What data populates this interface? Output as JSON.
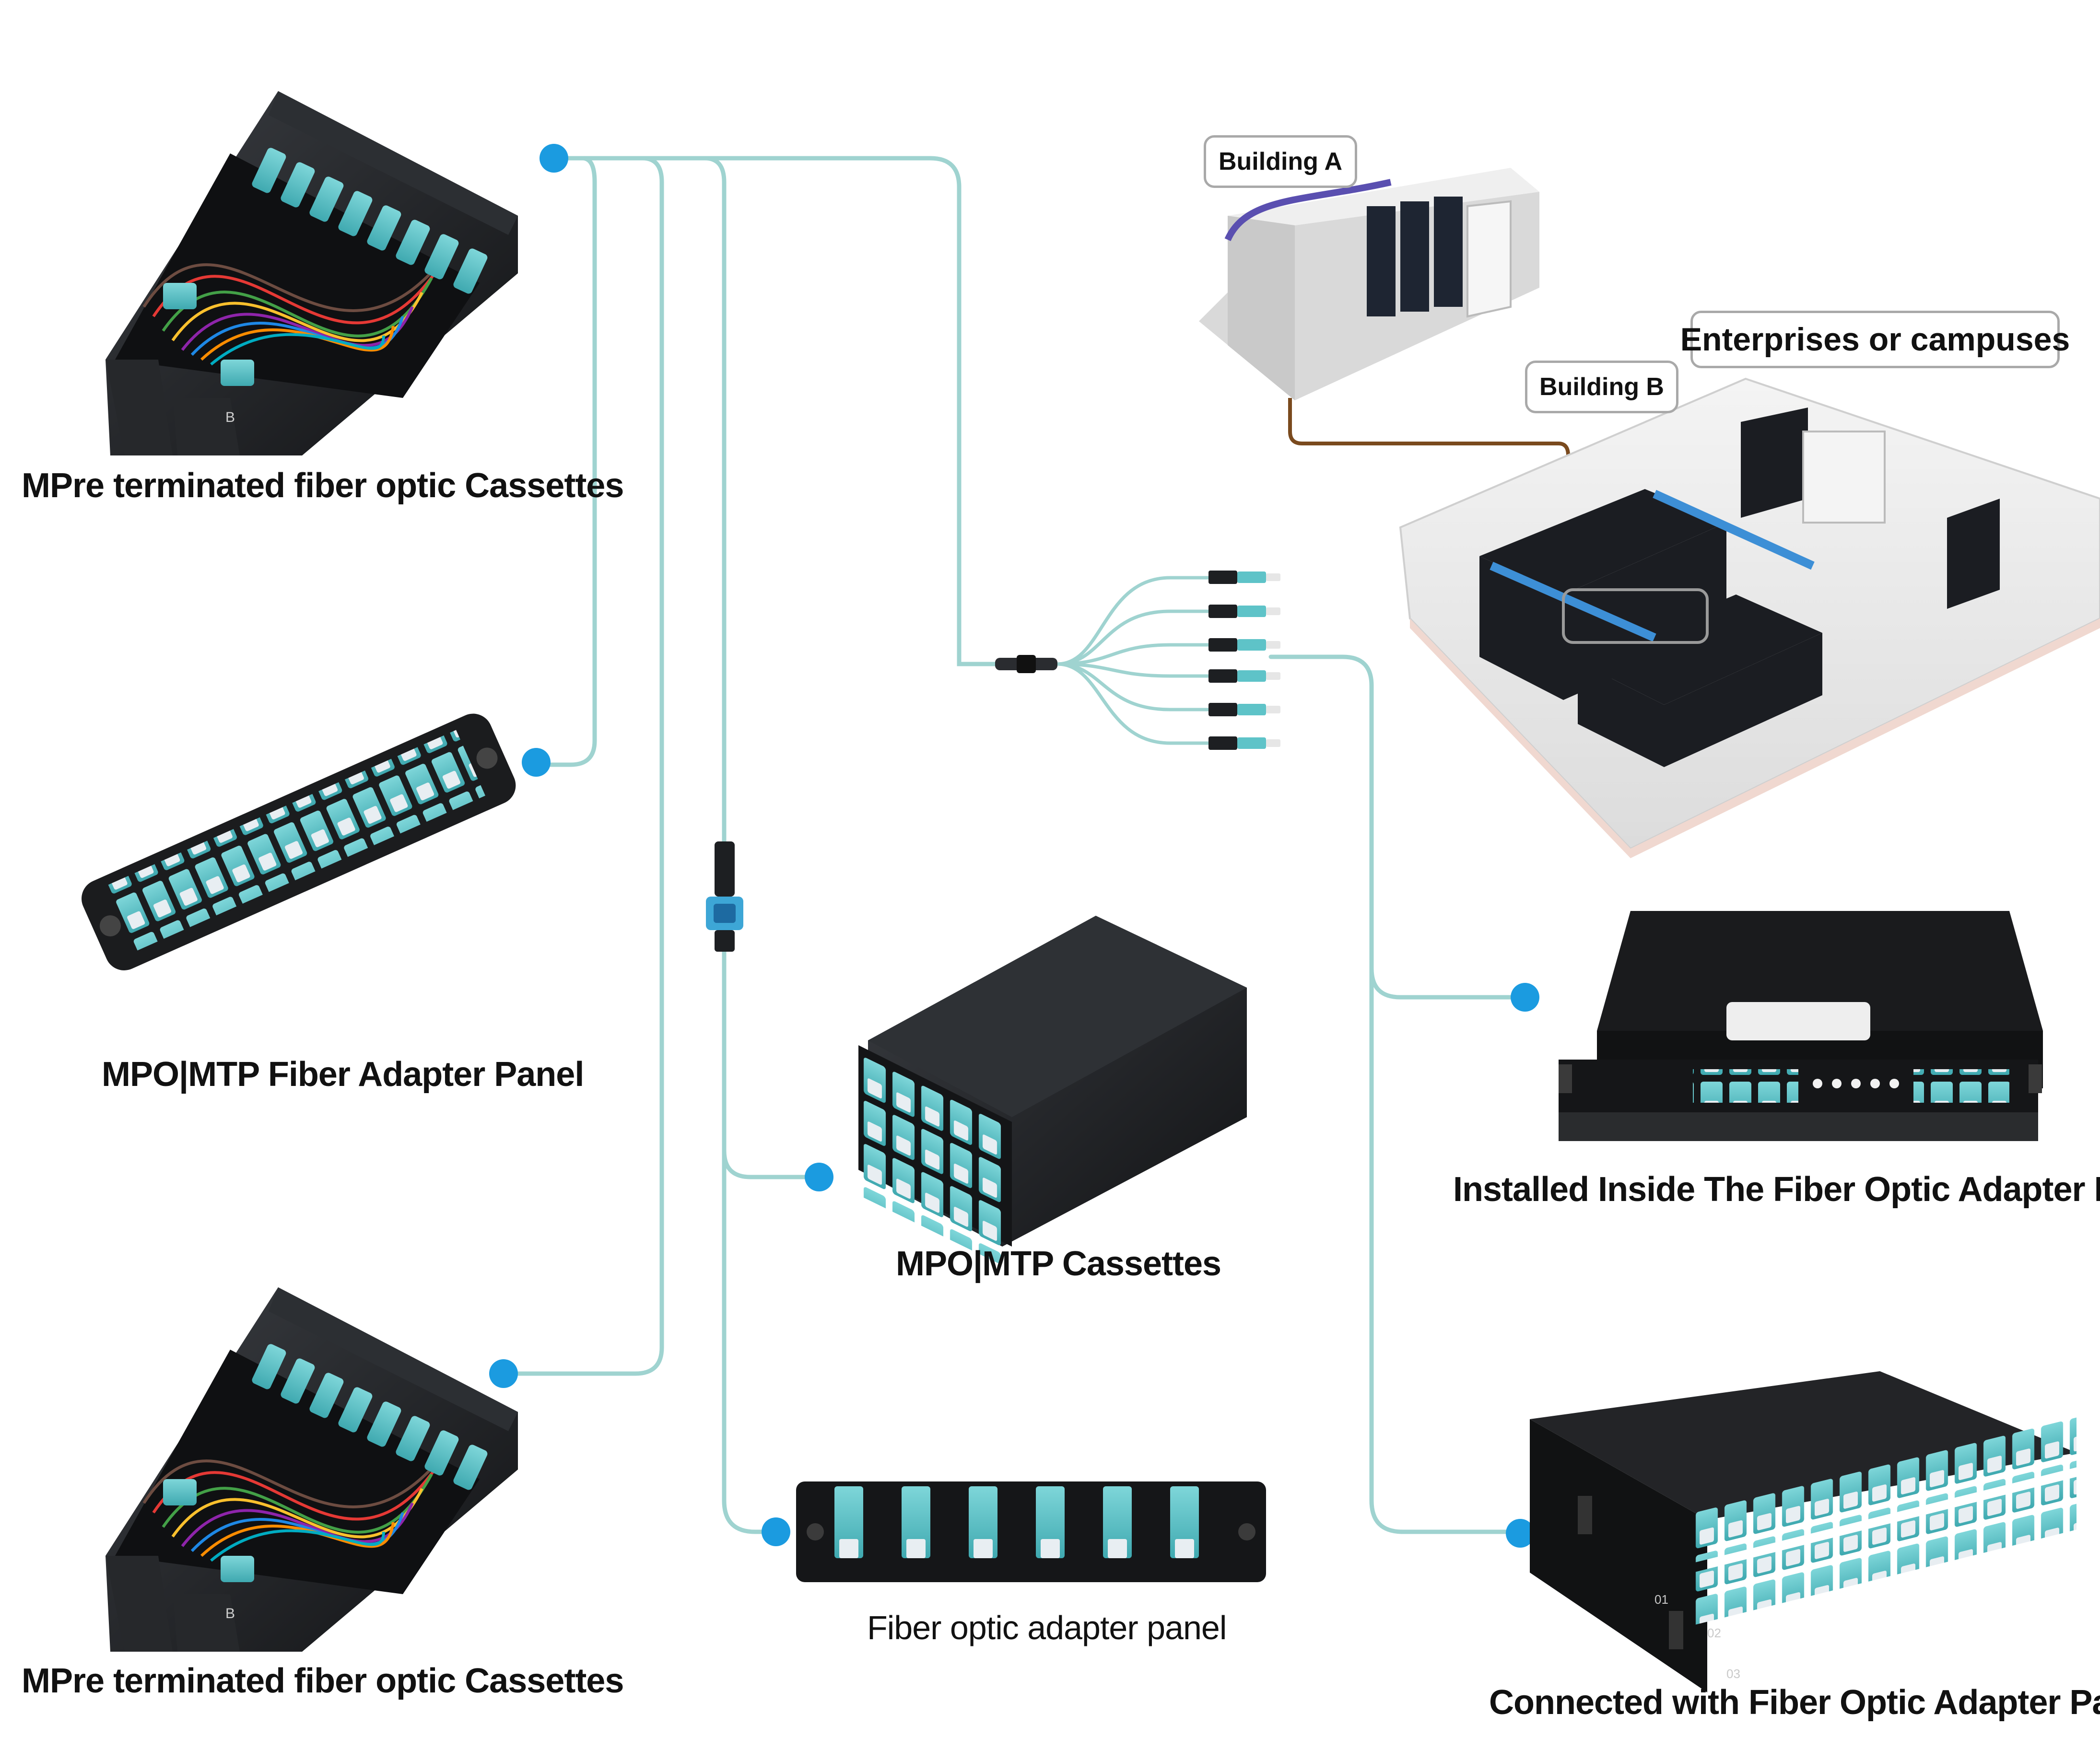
{
  "colors": {
    "fiber": "#9fd3d0",
    "node": "#1b9be0",
    "aqua_port": "#5ec3c8",
    "device_black": "#1d1f22",
    "copper_link": "#7a4a1e",
    "building_line": "#5a4fb0"
  },
  "labels": {
    "cassette_top": "MPre terminated fiber optic Cassettes",
    "adapter_panel": "MPO|MTP Fiber Adapter Panel",
    "cassette_bottom": "MPre terminated fiber optic Cassettes",
    "mtp_cassettes": "MPO|MTP Cassettes",
    "fiber_panel": "Fiber optic adapter panel",
    "installed_inside": "Installed Inside The Fiber Optic Adapter Panel",
    "connected_with": "Connected with Fiber Optic Adapter Panel"
  },
  "tags": {
    "building_a": "Building A",
    "building_b": "Building B",
    "enterprises": "Enterprises or campuses"
  },
  "device_marks": {
    "cassette_letter": "B",
    "rack_ports": [
      "01",
      "02",
      "03"
    ]
  },
  "icons": [
    "mpo-cassette-icon",
    "adapter-panel-icon",
    "breakout-cable-icon",
    "mpo-connector-icon",
    "rack-drawer-icon",
    "high-density-rack-icon",
    "data-center-building-icon"
  ]
}
